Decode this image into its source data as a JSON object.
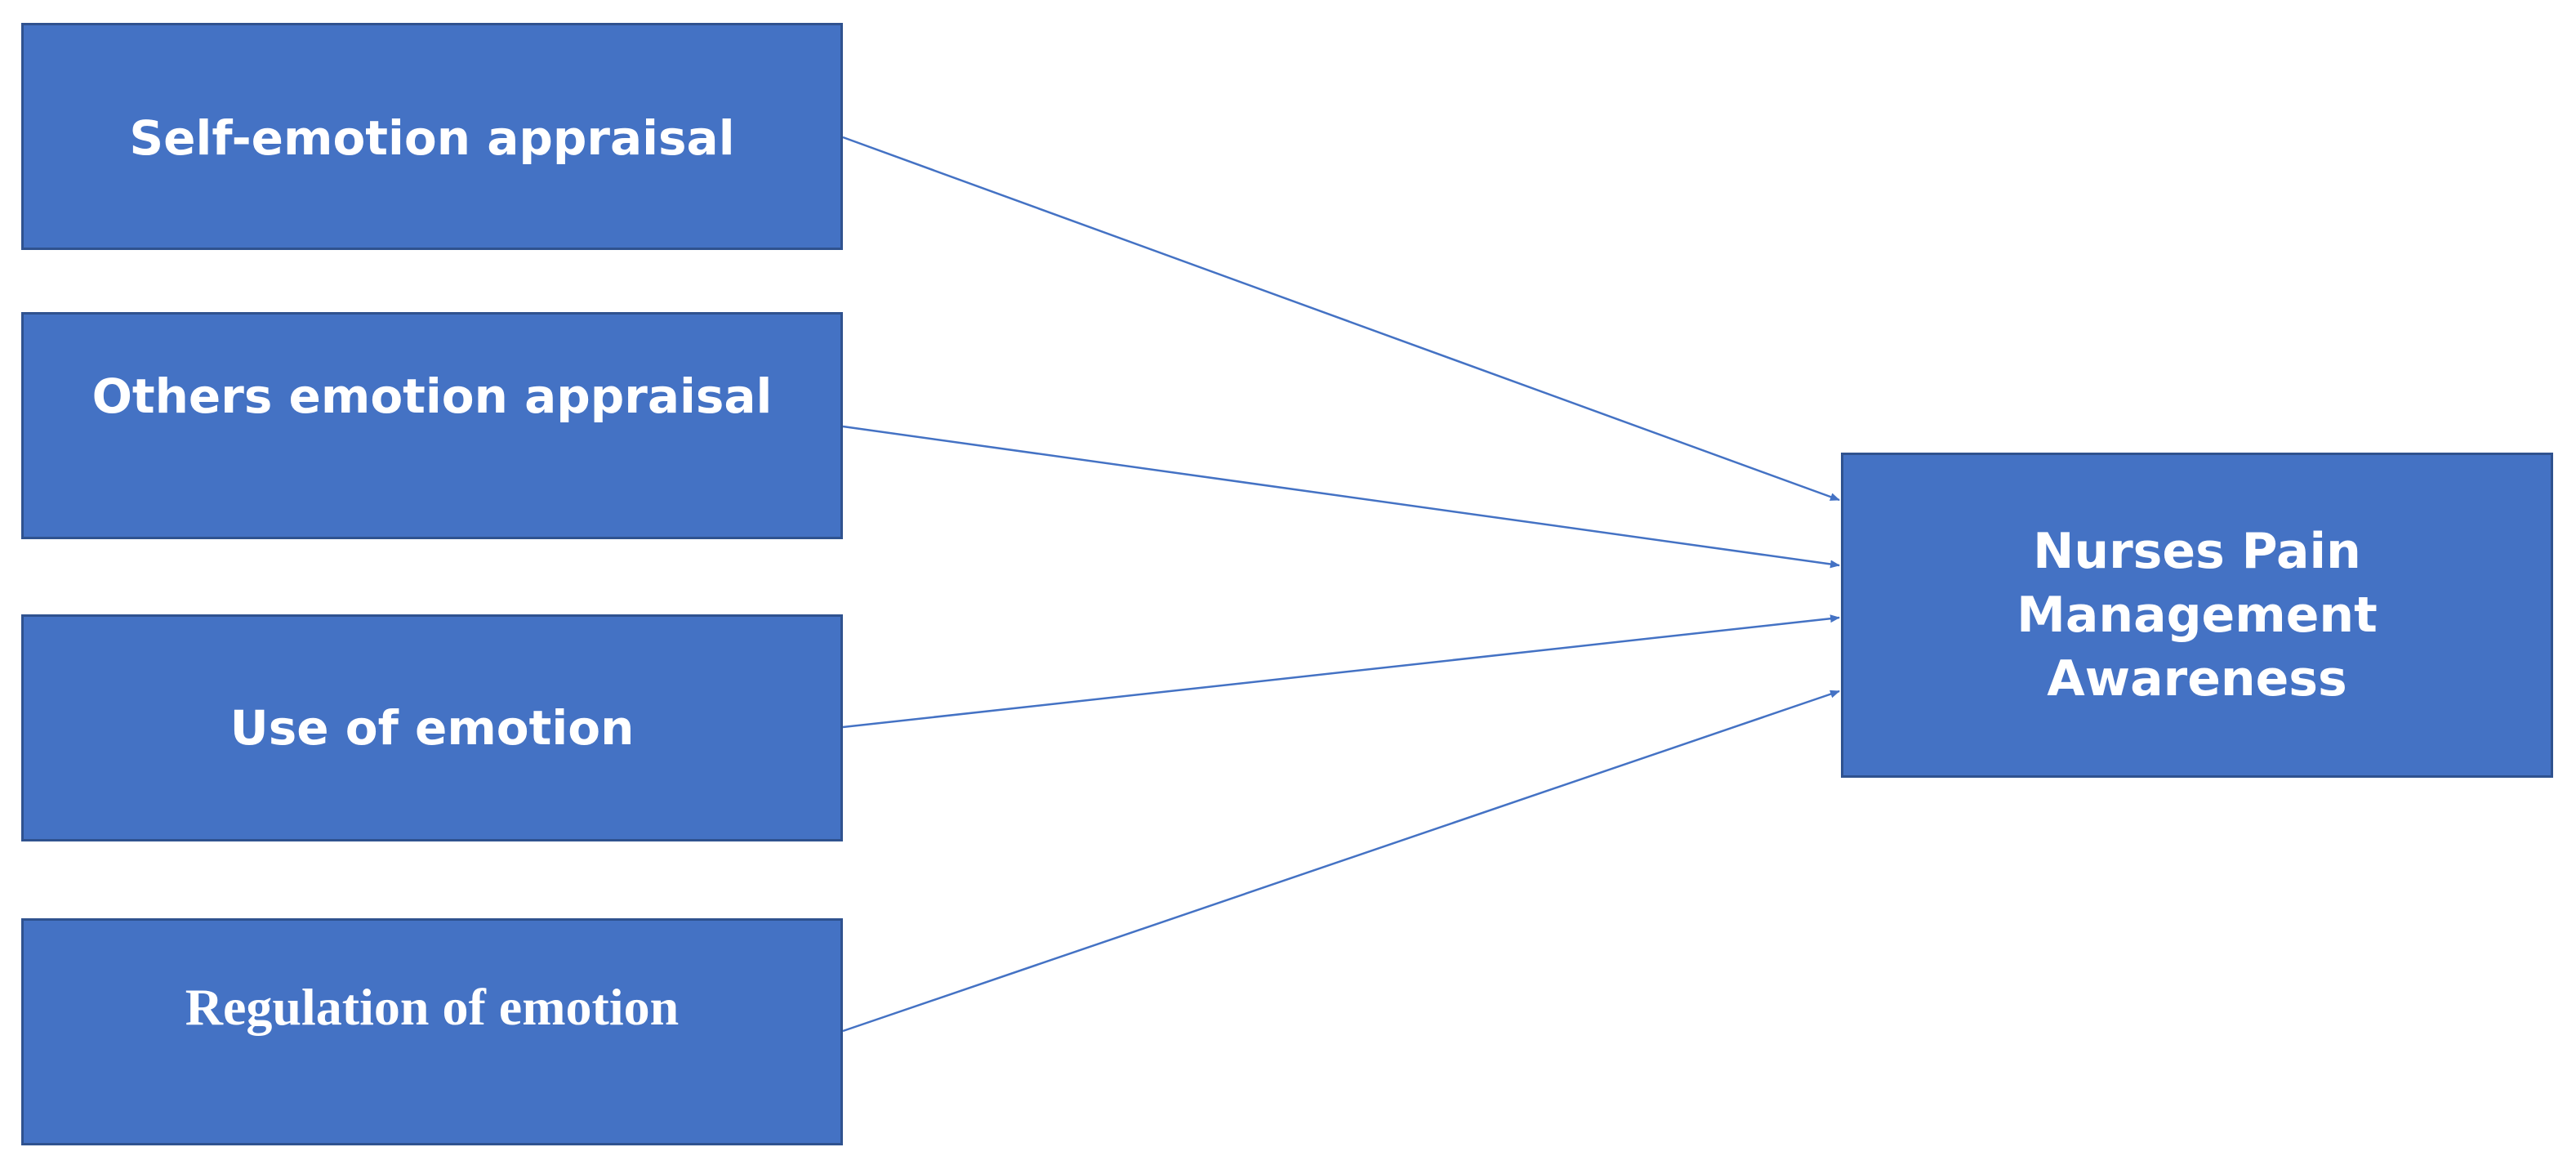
{
  "diagram": {
    "sources": [
      {
        "id": "self",
        "label": "Self-emotion appraisal"
      },
      {
        "id": "others",
        "label": "Others emotion appraisal"
      },
      {
        "id": "use",
        "label": "Use of emotion"
      },
      {
        "id": "regulation",
        "label": "Regulation of emotion"
      }
    ],
    "target": {
      "id": "target",
      "label": "Nurses Pain\nManagement\nAwareness"
    },
    "edges": [
      {
        "from": "self",
        "to": "target"
      },
      {
        "from": "others",
        "to": "target"
      },
      {
        "from": "use",
        "to": "target"
      },
      {
        "from": "regulation",
        "to": "target"
      }
    ],
    "colors": {
      "box_fill": "#4472c4",
      "box_border": "#2f528f",
      "arrow": "#4472c4",
      "text": "#ffffff"
    }
  }
}
